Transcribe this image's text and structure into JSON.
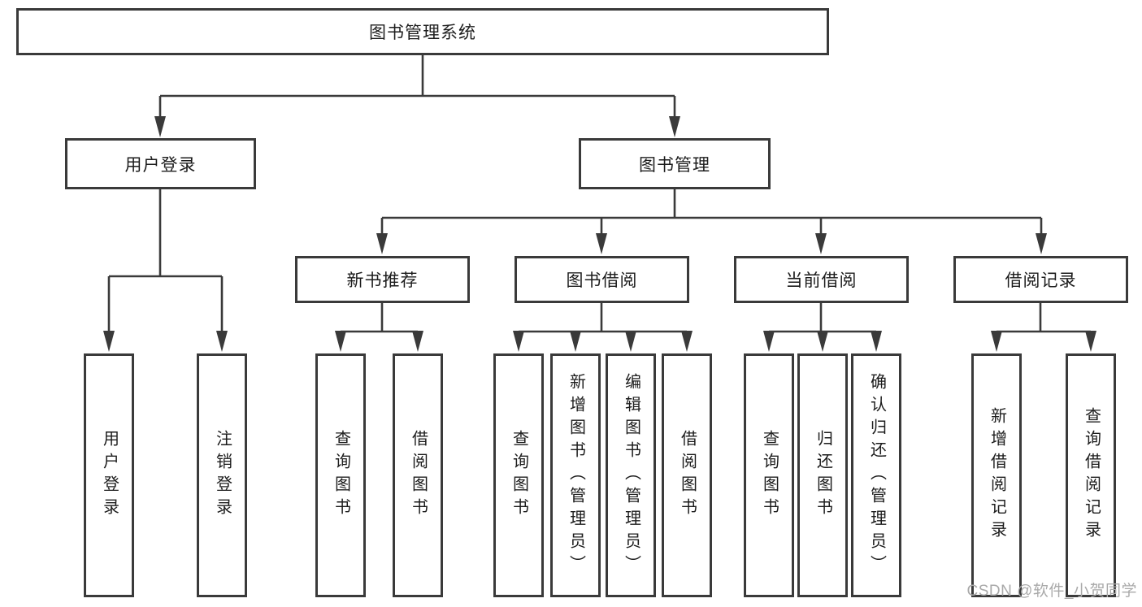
{
  "diagram": {
    "line_color": "#3a3a3a",
    "root": "图书管理系统",
    "level2": {
      "user_login": "用户登录",
      "book_mgmt": "图书管理"
    },
    "level3": {
      "new_books": "新书推荐",
      "book_borrow": "图书借阅",
      "current_borrow": "当前借阅",
      "borrow_record": "借阅记录"
    },
    "leaves": {
      "user_login": [
        "用户登录",
        "注销登录"
      ],
      "new_books": [
        "查询图书",
        "借阅图书"
      ],
      "book_borrow": [
        "查询图书",
        "新增图书（管理员）",
        "编辑图书（管理员）",
        "借阅图书"
      ],
      "current_borrow": [
        "查询图书",
        "归还图书",
        "确认归还（管理员）"
      ],
      "borrow_record": [
        "新增借阅记录",
        "查询借阅记录"
      ]
    }
  },
  "watermark": "CSDN @软件_小贺同学"
}
